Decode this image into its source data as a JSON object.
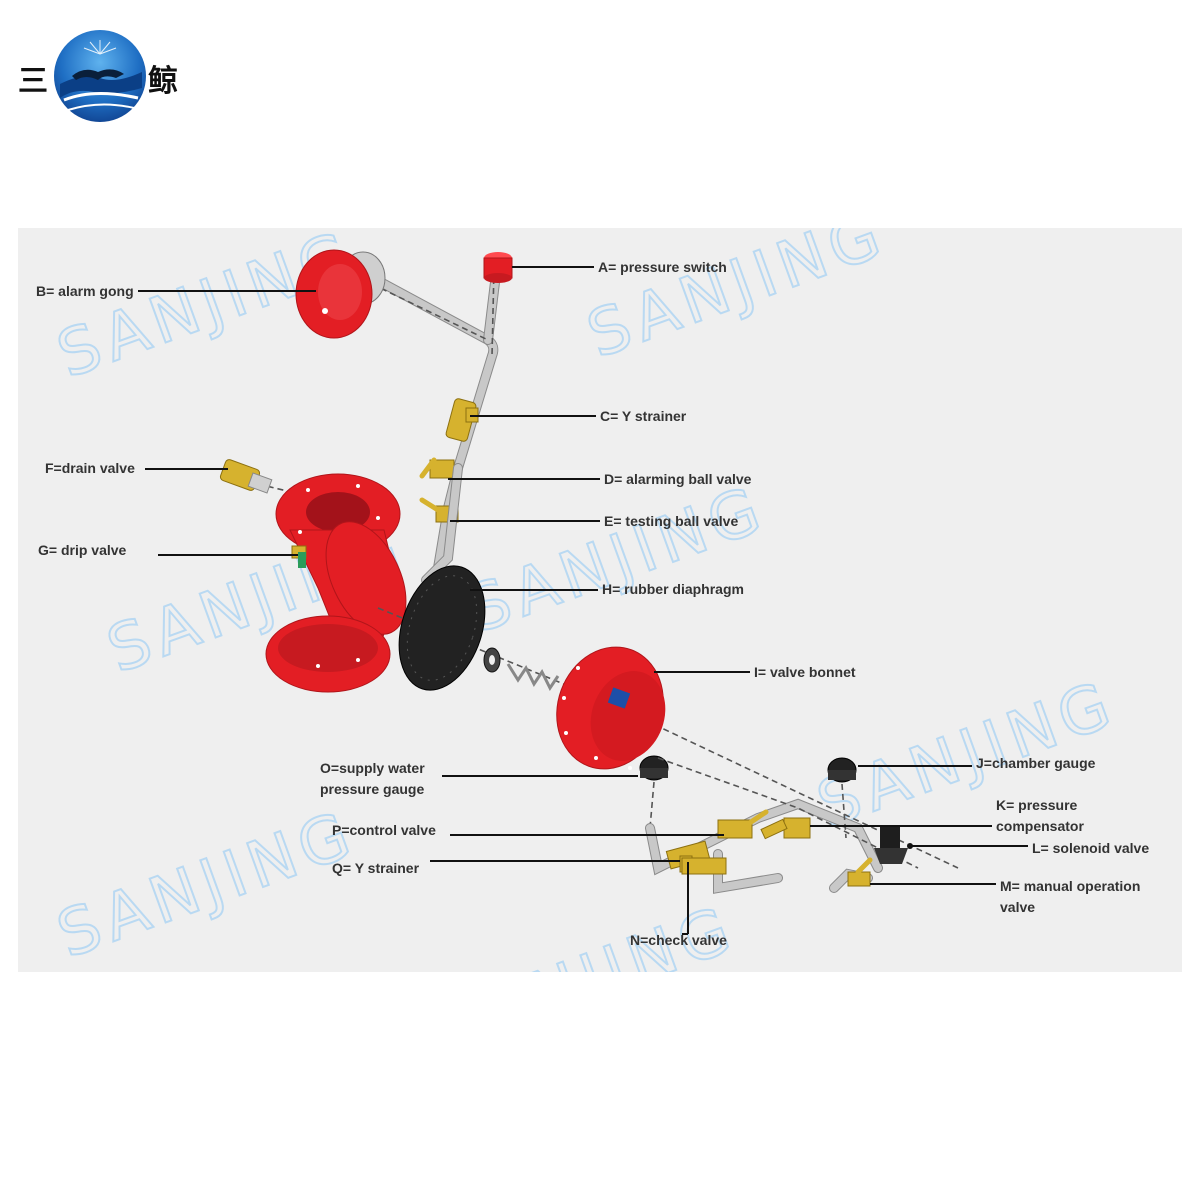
{
  "brand": {
    "char_left": "三",
    "char_right": "鲸"
  },
  "watermark": "SANJING",
  "labels": {
    "a": "A= pressure switch",
    "b": "B= alarm gong",
    "c": "C= Y strainer",
    "d": "D= alarming ball valve",
    "e": "E= testing ball valve",
    "f": "F=drain valve",
    "g": "G= drip valve",
    "h": "H= rubber diaphragm",
    "i": "I= valve bonnet",
    "j": "J=chamber gauge",
    "k1": "K= pressure",
    "k2": "compensator",
    "l": "L= solenoid valve",
    "m1": "M= manual operation",
    "m2": "valve",
    "n": "N=check valve",
    "o1": "O=supply water",
    "o2": "pressure gauge",
    "p": "P=control valve",
    "q": "Q= Y strainer"
  },
  "colors": {
    "valve_body": "#e31e24",
    "brass": "#d6b22e",
    "diaphragm": "#222222",
    "panel": "#efefef",
    "watermark": "#b9d9f2"
  }
}
